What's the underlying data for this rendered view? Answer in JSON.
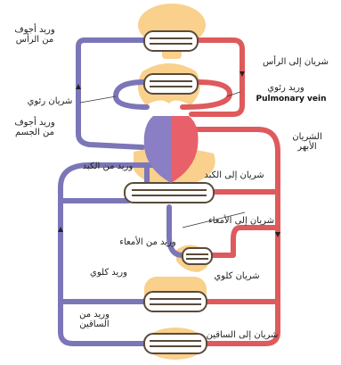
{
  "labels": {
    "svc_head_1": "وريد أجوف",
    "svc_head_2": "من الرأس",
    "artery_head": "شريان إلى الرأس",
    "pulm_artery": "شريان رئوي",
    "pulm_vein_ar": "وريد رئوي",
    "pulm_vein_en": "Pulmonary vein",
    "ivc_body_1": "وريد أجوف",
    "ivc_body_2": "من الجسم",
    "aorta_1": "الشريان",
    "aorta_2": "الأبهر",
    "vein_liver": "وريد من الكبد",
    "artery_liver": "شريان إلى الكبد",
    "artery_intestine": "شريان إلى الأمعاء",
    "vein_intestine": "وريد من الأمعاء",
    "renal_vein": "وريد كلوي",
    "renal_artery": "شريان كلوي",
    "vein_legs_1": "وريد من",
    "vein_legs_2": "الساقين",
    "artery_legs": "شريان إلى الساقين"
  },
  "colors": {
    "vein": "#7b76b8",
    "artery": "#de5a5c",
    "organ": "#f9c879",
    "heart_left": "#8a7fc4",
    "heart_right": "#e8606a"
  }
}
